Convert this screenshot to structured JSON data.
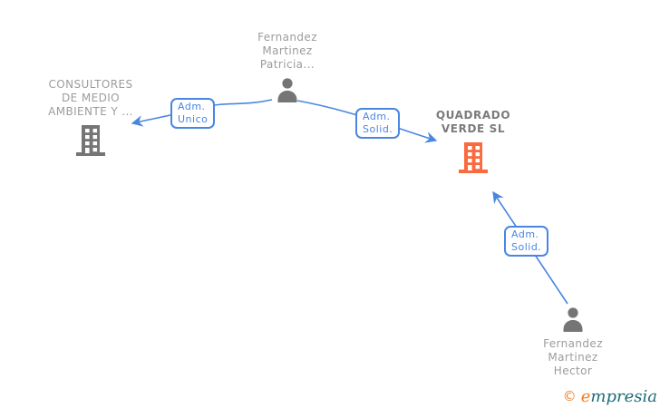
{
  "diagram": {
    "nodes": [
      {
        "id": "patricia",
        "type": "person",
        "label": "Fernandez\nMartinez\nPatricia..."
      },
      {
        "id": "consultores",
        "type": "company",
        "label": "CONSULTORES\nDE MEDIO\nAMBIENTE Y ..."
      },
      {
        "id": "quadrado",
        "type": "company-highlight",
        "label": "QUADRADO\nVERDE  SL"
      },
      {
        "id": "hector",
        "type": "person",
        "label": "Fernandez\nMartinez\nHector"
      }
    ],
    "edges": [
      {
        "from": "patricia",
        "to": "consultores",
        "label": "Adm.\nUnico"
      },
      {
        "from": "patricia",
        "to": "quadrado",
        "label": "Adm.\nSolid."
      },
      {
        "from": "hector",
        "to": "quadrado",
        "label": "Adm.\nSolid."
      }
    ]
  },
  "footer": {
    "copyright": "©",
    "brand_first": "e",
    "brand_rest": "mpresia"
  },
  "colors": {
    "edge-blue": "#4a86e0",
    "text-gray": "#9c9c9c",
    "highlight-text": "#7b7b7b",
    "icon-gray": "#757575",
    "icon-orange": "#fa6a3f",
    "logo-orange": "#ef7d22",
    "logo-teal": "#1d6a78"
  }
}
